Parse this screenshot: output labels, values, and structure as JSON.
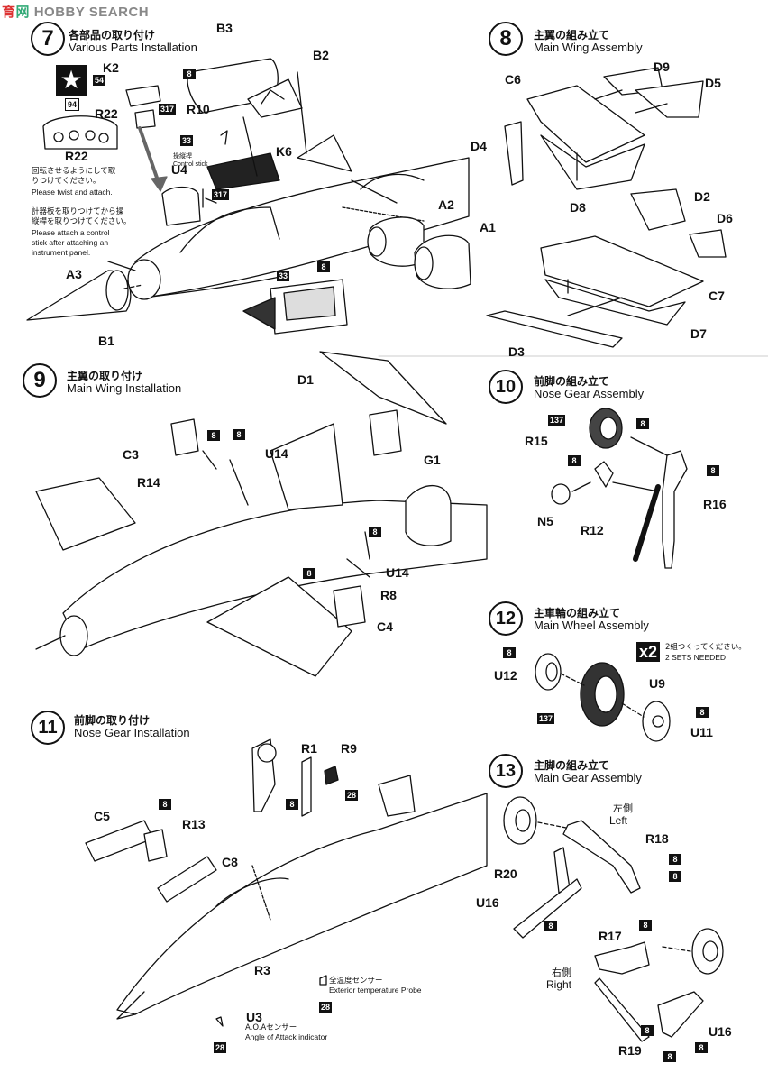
{
  "watermark": {
    "a": "育",
    "b": "网",
    "c": "HOBBY SEARCH"
  },
  "steps": [
    {
      "num": "7",
      "jp": "各部品の取り付け",
      "en": "Various Parts Installation"
    },
    {
      "num": "8",
      "jp": "主翼の組み立て",
      "en": "Main Wing Assembly"
    },
    {
      "num": "9",
      "jp": "主翼の取り付け",
      "en": "Main Wing Installation"
    },
    {
      "num": "10",
      "jp": "前脚の組み立て",
      "en": "Nose Gear Assembly"
    },
    {
      "num": "11",
      "jp": "前脚の取り付け",
      "en": "Nose Gear Installation"
    },
    {
      "num": "12",
      "jp": "主車輪の組み立て",
      "en": "Main Wheel Assembly"
    },
    {
      "num": "13",
      "jp": "主脚の組み立て",
      "en": "Main Gear Assembly"
    }
  ],
  "labels": {
    "K2": "K2",
    "R22a": "R22",
    "R22b": "R22",
    "R10": "R10",
    "K6": "K6",
    "U4": "U4",
    "B3": "B3",
    "B2": "B2",
    "A2": "A2",
    "A1": "A1",
    "A3": "A3",
    "B1": "B1",
    "C6": "C6",
    "D9": "D9",
    "D5": "D5",
    "D4": "D4",
    "D8": "D8",
    "D2": "D2",
    "D6": "D6",
    "C7": "C7",
    "D7": "D7",
    "D3": "D3",
    "D1": "D1",
    "C3": "C3",
    "R14": "R14",
    "U14a": "U14",
    "G1": "G1",
    "U14b": "U14",
    "R8": "R8",
    "C4": "C4",
    "R15": "R15",
    "R16": "R16",
    "N5": "N5",
    "R12": "R12",
    "U12": "U12",
    "U9": "U9",
    "U11": "U11",
    "R1": "R1",
    "R9": "R9",
    "C5": "C5",
    "R13": "R13",
    "C8": "C8",
    "R3": "R3",
    "U3": "U3",
    "R18": "R18",
    "R20": "R20",
    "U16a": "U16",
    "R17": "R17",
    "U16b": "U16",
    "R19": "R19"
  },
  "paint": {
    "p54": "54",
    "p317a": "317",
    "p94": "94",
    "p33a": "33",
    "p317b": "317",
    "p8a": "8",
    "p8b": "8",
    "p33b": "33",
    "p8c": "8",
    "p8d": "8",
    "p8e": "8",
    "p8f": "8",
    "p137a": "137",
    "p8g": "8",
    "p8h": "8",
    "p8i": "8",
    "p8j": "8",
    "p137b": "137",
    "p8k": "8",
    "p8l": "8",
    "p28a": "28",
    "p8m": "8",
    "p28b": "28",
    "p28c": "28",
    "p8n": "8",
    "p8o": "8",
    "p8p": "8",
    "p8q": "8",
    "p8r": "8",
    "p8s": "8",
    "p8t": "8"
  },
  "notes": {
    "twist_jp": "回転させるようにして取\nりつけてください。",
    "twist_en": "Please twist and attach.",
    "instr_jp": "計器板を取りつけてから操\n縦桿を取りつけてください。",
    "instr_en": "Please attach a control\nstick after attaching an\ninstrument panel.",
    "stick_jp": "操縦桿",
    "stick_en": "Control stick",
    "sets_jp": "2組つくってください。",
    "sets_en": "2 SETS NEEDED",
    "x2": "x2",
    "probe_jp": "全温度センサー",
    "probe_en": "Exterior temperature Probe",
    "aoa_jp": "A.O.Aセンサー",
    "aoa_en": "Angle of Attack indicator",
    "left_jp": "左側",
    "left_en": "Left",
    "right_jp": "右側",
    "right_en": "Right"
  },
  "colors": {
    "ink": "#111111",
    "paper": "#ffffff",
    "shade": "#555555"
  }
}
